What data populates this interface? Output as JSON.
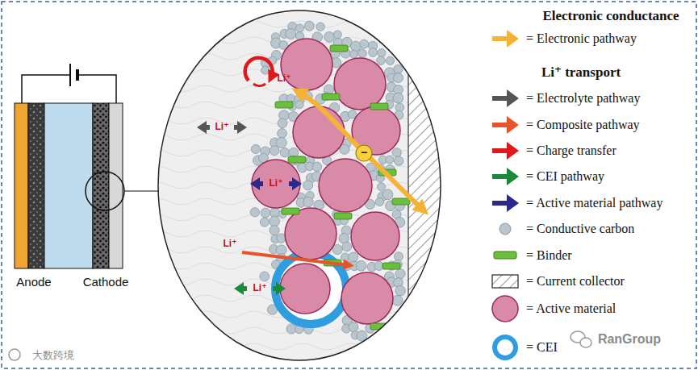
{
  "diagram": {
    "labels": [
      "Anode",
      "Cathode",
      "Li⁺",
      "Li⁺",
      "Li⁺",
      "Li⁺",
      "Li⁺",
      "−",
      "Electronic conductance",
      "Li⁺ transport",
      "RanGroup",
      "大数跨境"
    ],
    "legend": [
      {
        "text": "= Electronic pathway",
        "color": "#f5b335"
      },
      {
        "text": "= Electrolyte pathway",
        "color": "#555555"
      },
      {
        "text": "= Composite pathway",
        "color": "#e8542a"
      },
      {
        "text": "= Charge transfer",
        "color": "#e0171b"
      },
      {
        "text": "= CEI pathway",
        "color": "#1a8a3a"
      },
      {
        "text": "= Active material pathway",
        "color": "#2b2a8c"
      },
      {
        "text": "= Conductive carbon",
        "color": "#b9c6ce"
      },
      {
        "text": "= Binder",
        "color": "#6cbf3c"
      },
      {
        "text": "= Current collector"
      },
      {
        "text": "= Active material",
        "color": "#d88aa6"
      },
      {
        "text": "= CEI",
        "color": "#2f9ee0"
      }
    ]
  }
}
